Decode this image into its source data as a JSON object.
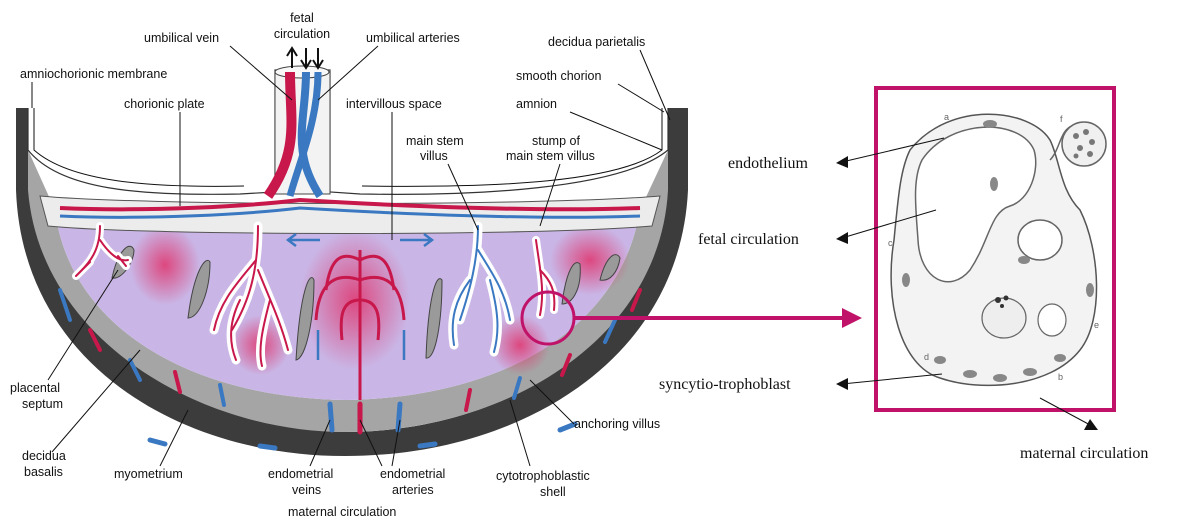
{
  "placenta_labels": {
    "fetal_circulation_top": "fetal",
    "fetal_circulation_bottom": "circulation",
    "umbilical_vein": "umbilical vein",
    "umbilical_arteries": "umbilical arteries",
    "decidua_parietalis": "decidua parietalis",
    "amniochorionic_membrane": "amniochorionic membrane",
    "smooth_chorion": "smooth chorion",
    "chorionic_plate": "chorionic plate",
    "intervillous_space": "intervillous space",
    "amnion": "amnion",
    "main_stem_villus_1": "main stem",
    "main_stem_villus_2": "villus",
    "stump_1": "stump of",
    "stump_2": "main stem villus",
    "placental_septum_1": "placental",
    "placental_septum_2": "septum",
    "decidua_basalis_1": "decidua",
    "decidua_basalis_2": "basalis",
    "myometrium": "myometrium",
    "endometrial_veins_1": "endometrial",
    "endometrial_veins_2": "veins",
    "endometrial_arteries_1": "endometrial",
    "endometrial_arteries_2": "arteries",
    "cytotrophoblastic_1": "cytotrophoblastic",
    "cytotrophoblastic_2": "shell",
    "anchoring_villus": "anchoring villus",
    "maternal_circulation": "maternal circulation"
  },
  "villus_labels": {
    "endothelium": "endothelium",
    "fetal_circulation": "fetal circulation",
    "syncytio_trophoblast": "syncytio-trophoblast",
    "maternal_circulation": "maternal circulation",
    "letter_a": "a",
    "letter_b": "b",
    "letter_c": "c",
    "letter_d": "d",
    "letter_e": "e",
    "letter_f": "f"
  },
  "colors": {
    "artery": "#c8174a",
    "vein": "#3a78c2",
    "frame": "#c01268",
    "intervillous": "#c9b6e6",
    "decidua": "#9a9a9a",
    "myometrium": "#3c3c3c"
  }
}
